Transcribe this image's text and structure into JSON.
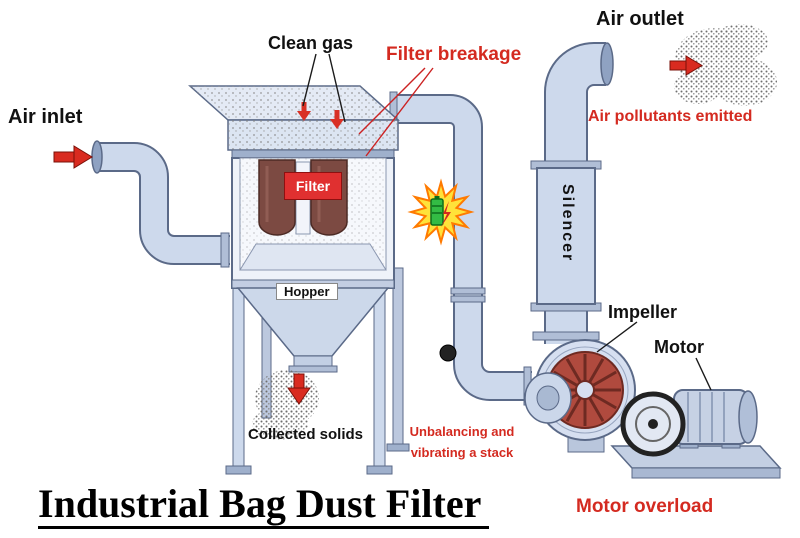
{
  "diagram": {
    "title": "Industrial Bag Dust Filter",
    "labels": {
      "air_inlet": "Air inlet",
      "clean_gas": "Clean gas",
      "filter_breakage": "Filter breakage",
      "air_outlet": "Air outlet",
      "air_pollutants_emitted": "Air pollutants emitted",
      "filter": "Filter",
      "silencer": "Silencer",
      "hopper": "Hopper",
      "impeller": "Impeller",
      "motor": "Motor",
      "collected_solids": "Collected solids",
      "unbalancing_line1": "Unbalancing and",
      "unbalancing_line2": "vibrating a stack",
      "motor_overload": "Motor overload"
    },
    "colors": {
      "warning_red": "#d42a20",
      "machine_blue": "#cdd9ec",
      "machine_outline": "#5b6a88",
      "filter_bag_brown": "#7c4a42",
      "filter_chip_bg": "#e03030",
      "star_yellow": "#ffe23a",
      "star_outline": "#ff7a00",
      "battery_green": "#33bb44",
      "title_black": "#000000"
    }
  }
}
